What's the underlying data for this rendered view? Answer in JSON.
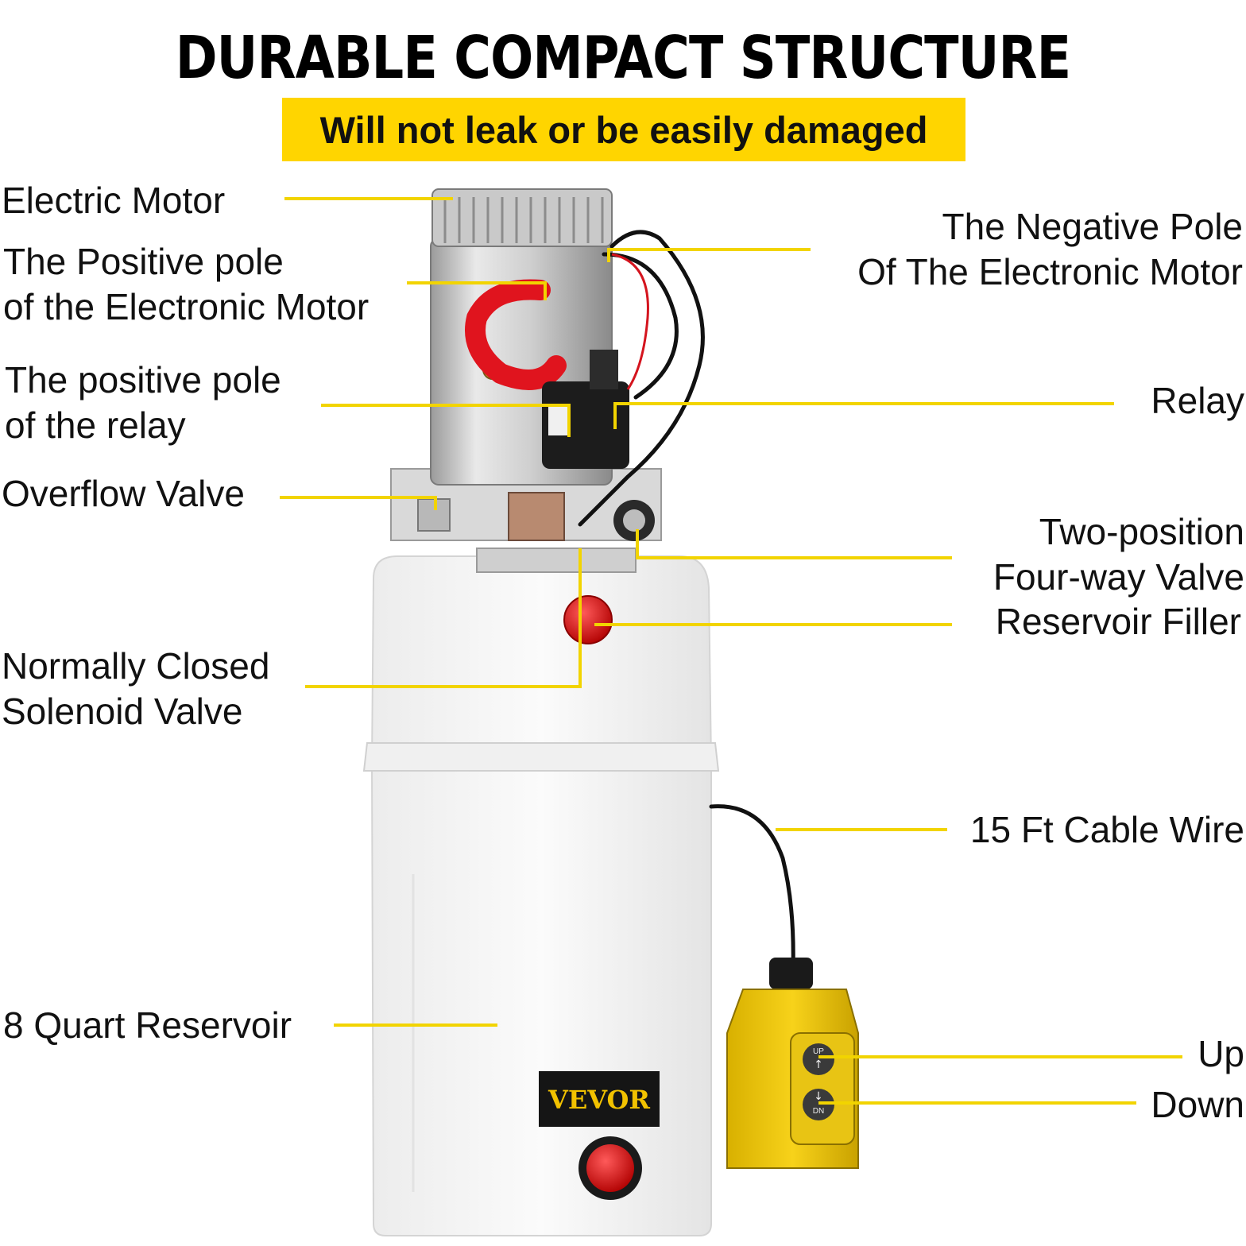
{
  "title": "DURABLE COMPACT STRUCTURE",
  "subtitle": "Will not leak or be easily damaged",
  "labels_left": {
    "electric_motor": "Electric Motor",
    "positive_pole_motor": [
      "The Positive pole",
      "of the Electronic Motor"
    ],
    "positive_pole_relay": [
      "The positive pole",
      "of the relay"
    ],
    "overflow_valve": "Overflow Valve",
    "solenoid_valve": [
      "Normally Closed",
      "Solenoid Valve"
    ],
    "reservoir": "8 Quart Reservoir"
  },
  "labels_right": {
    "negative_pole": [
      "The Negative Pole",
      "Of The Electronic Motor"
    ],
    "relay": "Relay",
    "four_way_valve": [
      "Two-position",
      "Four-way Valve"
    ],
    "reservoir_filler": "Reservoir Filler",
    "cable": "15 Ft Cable Wire",
    "up": "Up",
    "down": "Down"
  },
  "brand": "VEVOR",
  "remote": {
    "up_label": "UP",
    "down_label": "DN"
  },
  "colors": {
    "accent": "#ffd500",
    "leader": "#f2d400"
  }
}
